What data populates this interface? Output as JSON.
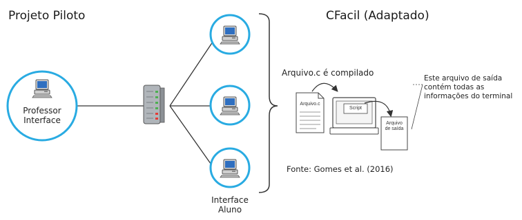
{
  "left_title": "Projeto Piloto",
  "right_title": "CFacil (Adaptado)",
  "professor": {
    "line1": "Professor",
    "line2": "Interface"
  },
  "aluno": {
    "line1": "Interface",
    "line2": "Aluno"
  },
  "compile_caption": "Arquivo.c é compilado",
  "output_note": {
    "line1": "Este arquivo de saída",
    "line2": "contém todas as",
    "line3": "informações do terminal"
  },
  "doc_source": "Arquivo.c",
  "screen_label": "Script",
  "doc_output": {
    "line1": "Arquivo",
    "line2": "de saída"
  },
  "source": "Fonte: Gomes et al. (2016)",
  "colors": {
    "ring": "#29abe2",
    "line": "#333333",
    "server": "#9aa0a6",
    "leds_green": "#4caf50",
    "leds_red": "#e53935"
  },
  "icons": {
    "computer": "desktop-computer-icon",
    "server": "server-rack-icon"
  }
}
